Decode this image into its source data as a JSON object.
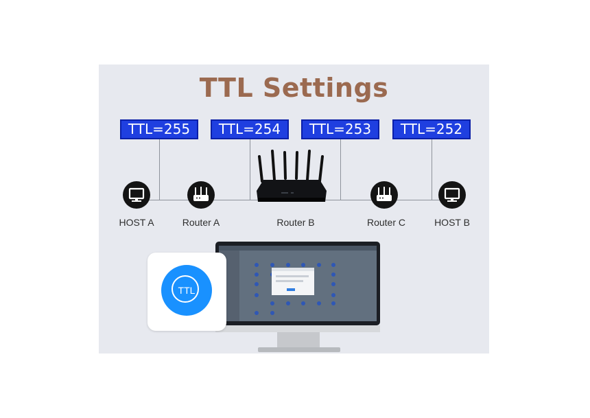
{
  "diagram": {
    "title": "TTL Settings",
    "ttl_values": [
      "TTL=255",
      "TTL=254",
      "TTL=253",
      "TTL=252"
    ],
    "nodes": [
      {
        "label": "HOST A",
        "icon": "monitor-icon"
      },
      {
        "label": "Router A",
        "icon": "router-icon"
      },
      {
        "label": "Router B",
        "icon": "router-photo"
      },
      {
        "label": "Router C",
        "icon": "router-icon"
      },
      {
        "label": "HOST B",
        "icon": "monitor-icon"
      }
    ],
    "app_icon_text": "TTL",
    "colors": {
      "title": "#9b6a50",
      "ttl_box": "#1f3fe0",
      "app_icon": "#1991ff",
      "panel": "#e7e9ef"
    }
  }
}
